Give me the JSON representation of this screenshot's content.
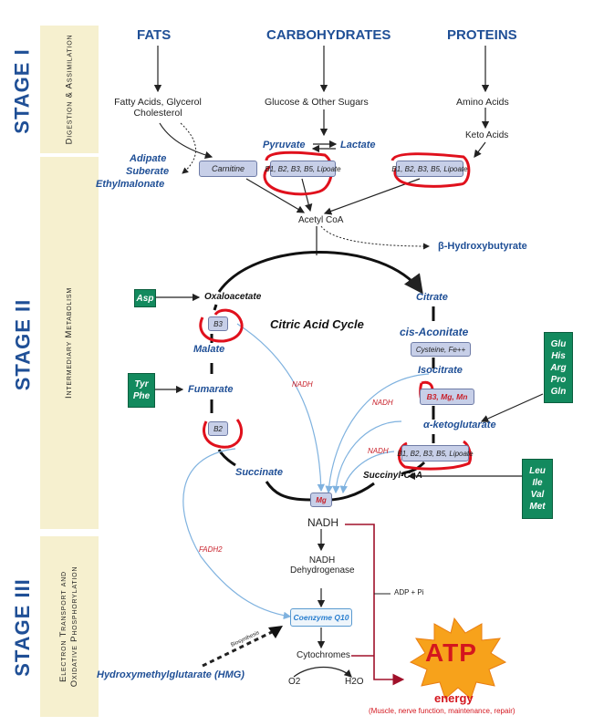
{
  "stages": [
    {
      "label": "STAGE I",
      "sublabel": "Digestion & Assimilation"
    },
    {
      "label": "STAGE II",
      "sublabel": "Intermediary Metabolism"
    },
    {
      "label": "STAGE III",
      "sublabel_line1": "Electron Transport and",
      "sublabel_line2": "Oxidative Phosphorylation"
    }
  ],
  "sources": [
    "FATS",
    "CARBOHYDRATES",
    "PROTEINS"
  ],
  "stage1": {
    "fatty_acids_line1": "Fatty Acids, Glycerol",
    "fatty_acids_line2": "Cholesterol",
    "glucose": "Glucose & Other Sugars",
    "amino_acids": "Amino Acids",
    "keto_acids": "Keto Acids",
    "pyruvate": "Pyruvate",
    "lactate": "Lactate",
    "adipate": "Adipate",
    "suberate": "Suberate",
    "ethylmalonate": "Ethylmalonate",
    "carnitine": "Carnitine",
    "cofactors_b_vitamins": "B1, B2, B3, B5, Lipoate",
    "acetyl_coa": "Acetyl CoA",
    "hydroxybutyrate": "β-Hydroxybutyrate"
  },
  "cycle": {
    "title": "Citric Acid Cycle",
    "oxaloacetate": "Oxaloacetate",
    "citrate": "Citrate",
    "cis_aconitate": "cis-Aconitate",
    "cysteine_fe": "Cysteine, Fe++",
    "isocitrate": "Isocitrate",
    "b3_mg_mn": "B3, Mg, Mn",
    "alpha_kg": "α-ketoglutarate",
    "kg_cofactors": "B1, B2, B3, B5, Lipoate",
    "succinyl_coa": "Succinyl-CoA",
    "succinate": "Succinate",
    "fumarate": "Fumarate",
    "malate": "Malate",
    "b3": "B3",
    "b2": "B2",
    "mg": "Mg",
    "nadh_small": "NADH",
    "fadh2": "FADH2"
  },
  "amino_inputs": {
    "asp": "Asp",
    "tyr_phe": [
      "Tyr",
      "Phe"
    ],
    "glu_group": [
      "Glu",
      "His",
      "Arg",
      "Pro",
      "Gln"
    ],
    "leu_group": [
      "Leu",
      "Ile",
      "Val",
      "Met"
    ]
  },
  "stage3": {
    "nadh": "NADH",
    "nadh_dehydrogenase_line1": "NADH",
    "nadh_dehydrogenase_line2": "Dehydrogenase",
    "coenzyme_q10": "Coenzyme Q10",
    "cytochromes": "Cytochromes",
    "o2": "O2",
    "h2o": "H2O",
    "adp_pi": "ADP + Pi",
    "biosynthesis": "Biosynthesis",
    "hmg": "Hydroxymethylglutarate (HMG)",
    "atp": "ATP",
    "energy": "energy",
    "energy_note": "(Muscle, nerve function, maintenance, repair)"
  },
  "colors": {
    "stage_blue": "#1f4f96",
    "stage_band": "#f6f0cf",
    "cofactor_box": "#c7cfe8",
    "amino_green": "#138a5e",
    "annotation_red": "#e0101c",
    "arrow_light_blue": "#7fb2df",
    "atp_red": "#d4161e",
    "atp_burst": "#f7a21b"
  }
}
